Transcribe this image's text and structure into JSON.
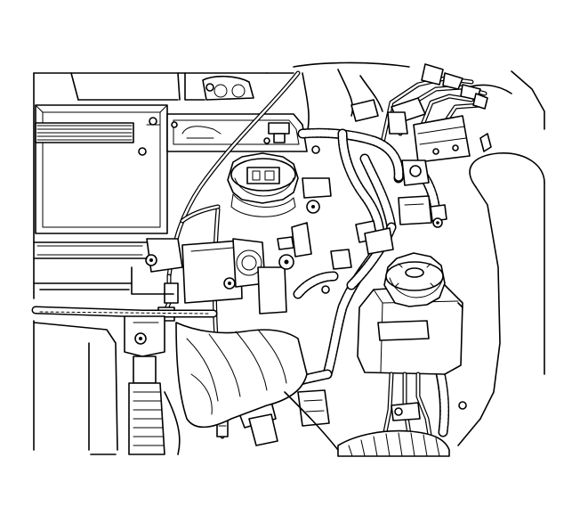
{
  "figure": {
    "kind": "line-art",
    "colors": {
      "ink": "#000000",
      "paper": "#ffffff"
    },
    "components": [
      "engine-cover",
      "oil-fill-cap",
      "coolant-reservoir-cap",
      "coolant-reservoir",
      "wiring-harness",
      "vacuum-hose",
      "fuel-lines",
      "ignition-coil-module",
      "belt-pulley",
      "brake-lines",
      "mounting-bracket",
      "fasteners"
    ]
  }
}
